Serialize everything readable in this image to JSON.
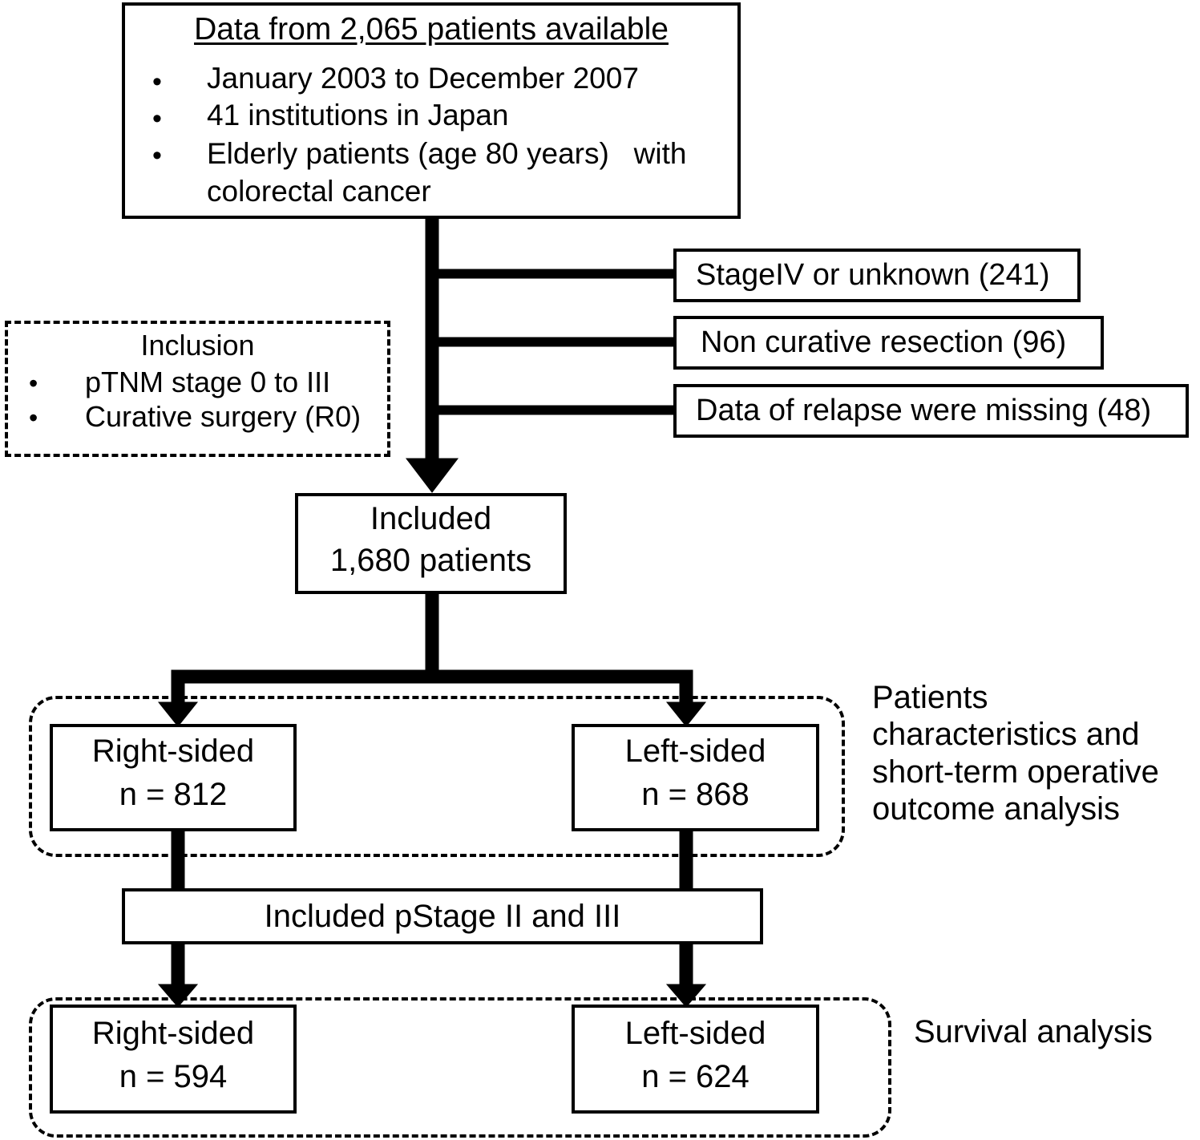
{
  "figure": {
    "type": "flowchart",
    "subject": "patient-selection-flow-diagram",
    "background_color": "#ffffff",
    "line_color": "#000000",
    "text_color": "#000000"
  },
  "source_box": {
    "title": "Data from 2,065 patients available",
    "bullets": [
      "January 2003 to December 2007",
      "41 institutions in Japan",
      "Elderly patients (age 80 years)   with\ncolorectal cancer"
    ],
    "bullet_glyph": "•"
  },
  "inclusion_box": {
    "title": "Inclusion",
    "bullets": [
      "pTNM stage 0 to III",
      "Curative surgery (R0)"
    ],
    "bullet_glyph": "•"
  },
  "exclusions": [
    {
      "label": "StageIV or unknown (241)",
      "count": 241
    },
    {
      "label": "Non curative resection (96)",
      "count": 96
    },
    {
      "label": "Data of relapse were missing (48)",
      "count": 48
    }
  ],
  "included_box": {
    "line1": "Included",
    "line2": "1,680 patients",
    "count": 1680
  },
  "stage_filter_box": {
    "label": "Included pStage II and III"
  },
  "cohort_groups": [
    {
      "group_name": "characteristics-cohort",
      "side_label": "Patients\ncharacteristics and\nshort-term operative\noutcome analysis",
      "arms": [
        {
          "side": "Right-sided",
          "n_label": "n = 812",
          "n": 812
        },
        {
          "side": "Left-sided",
          "n_label": "n = 868",
          "n": 868
        }
      ]
    },
    {
      "group_name": "survival-cohort",
      "side_label": "Survival analysis",
      "arms": [
        {
          "side": "Right-sided",
          "n_label": "n = 594",
          "n": 594
        },
        {
          "side": "Left-sided",
          "n_label": "n = 624",
          "n": 624
        }
      ]
    }
  ]
}
